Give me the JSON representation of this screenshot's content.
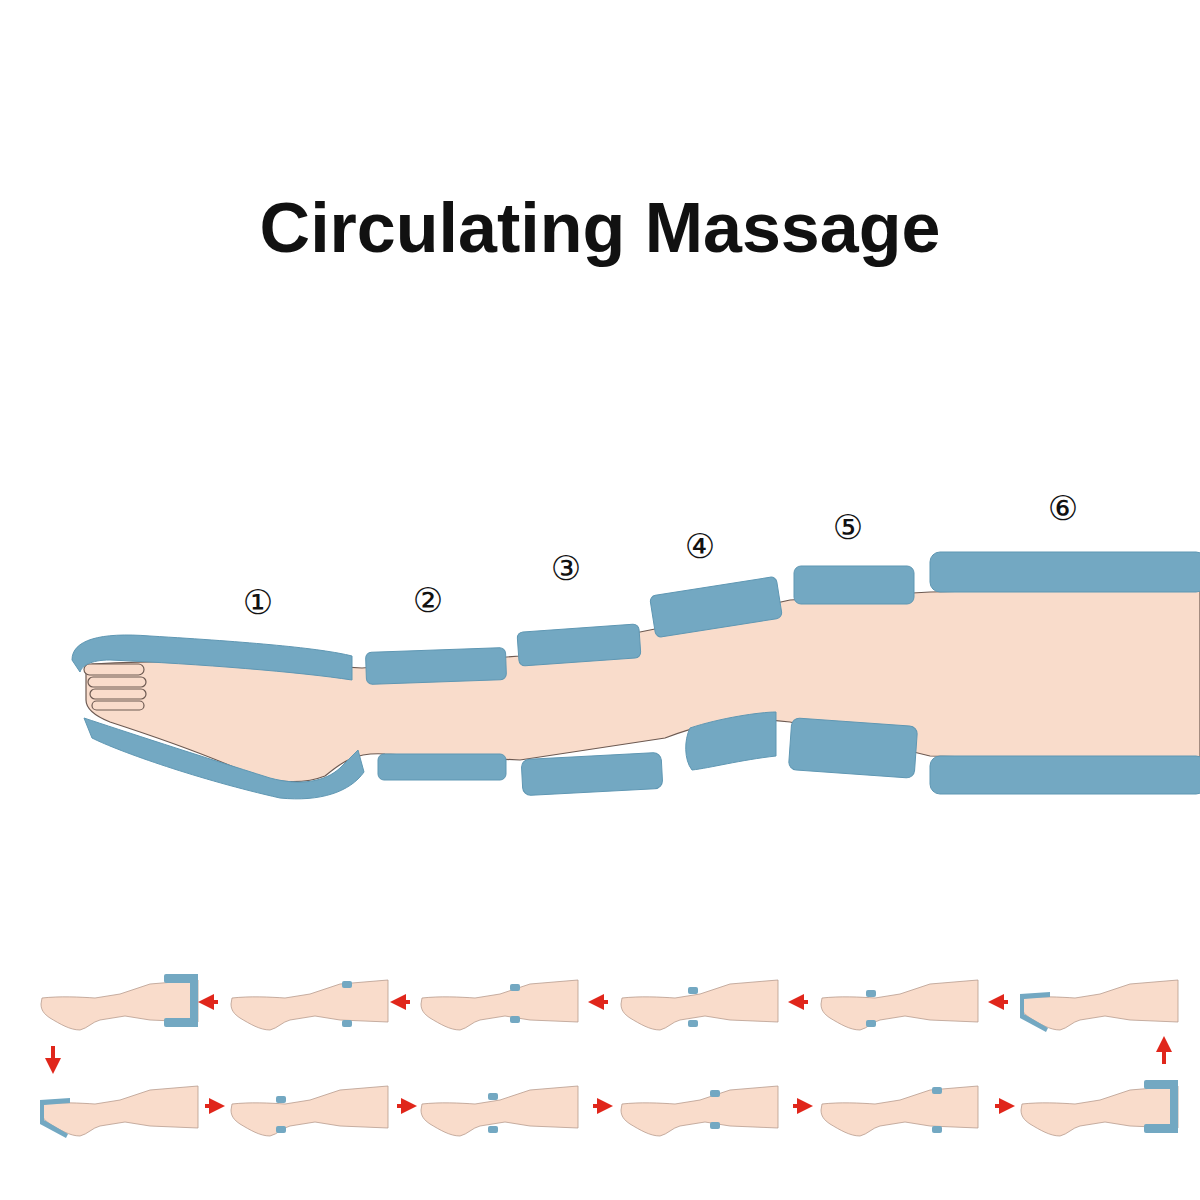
{
  "diagram": {
    "title": "Circulating Massage",
    "labels": [
      "①",
      "②",
      "③",
      "④",
      "⑤",
      "⑥"
    ]
  }
}
